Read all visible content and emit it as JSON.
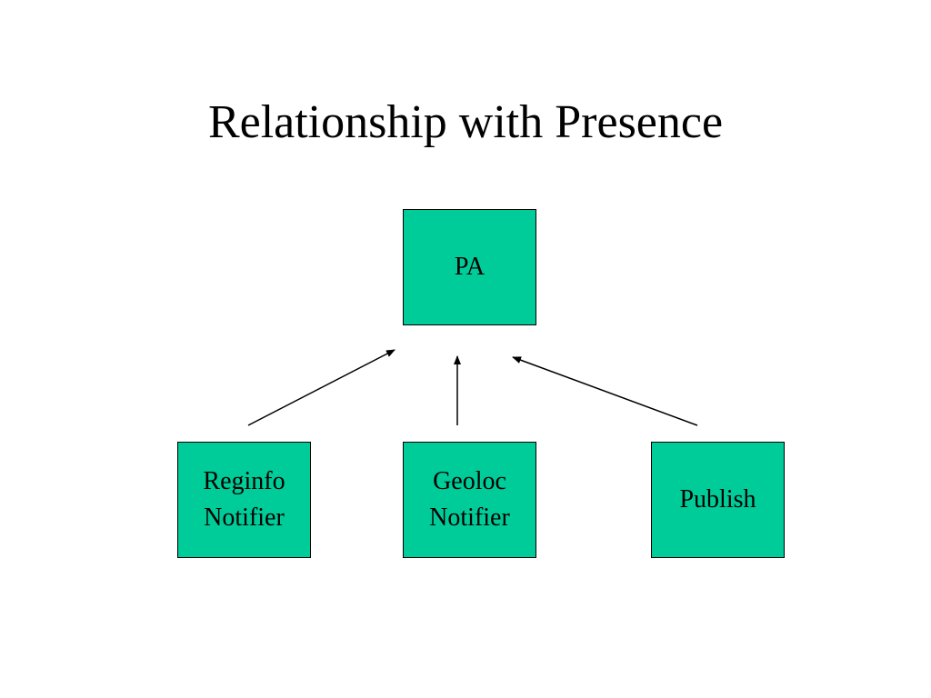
{
  "slide": {
    "title": "Relationship with Presence"
  },
  "diagram": {
    "fill_color": "#00CC99",
    "border_color": "#000000",
    "arrow_color": "#000000",
    "nodes": {
      "pa": {
        "lines": [
          "PA"
        ]
      },
      "reginfo": {
        "lines": [
          "Reginfo",
          "Notifier"
        ]
      },
      "geoloc": {
        "lines": [
          "Geoloc",
          "Notifier"
        ]
      },
      "publish": {
        "lines": [
          "Publish"
        ]
      }
    },
    "edges": [
      {
        "from": "reginfo",
        "to": "pa"
      },
      {
        "from": "geoloc",
        "to": "pa"
      },
      {
        "from": "publish",
        "to": "pa"
      }
    ]
  }
}
